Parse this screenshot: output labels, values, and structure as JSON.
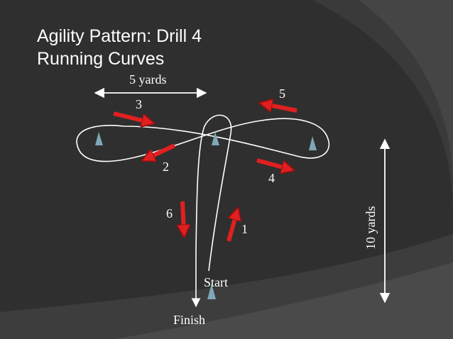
{
  "slide": {
    "title_line1": "Agility Pattern: Drill 4",
    "title_line2": "Running Curves"
  },
  "diagram": {
    "width_label": "5 yards",
    "height_label": "10 yards",
    "start_label": "Start",
    "finish_label": "Finish",
    "step_numbers": [
      "1",
      "2",
      "3",
      "4",
      "5",
      "6"
    ],
    "colors": {
      "background": "#2f2f2f",
      "path": "#ffffff",
      "arrow": "#e02020",
      "cone": "#7fa7b8"
    }
  }
}
